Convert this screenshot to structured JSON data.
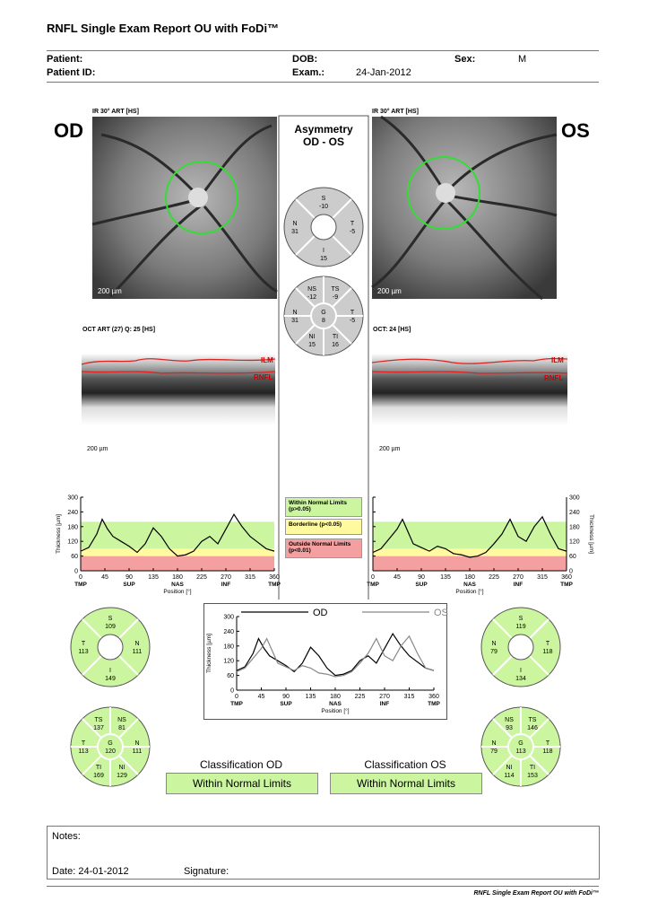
{
  "report": {
    "title": "RNFL Single Exam Report OU with FoDi™",
    "footer": "RNFL Single Exam Report OU with FoDi™"
  },
  "patient": {
    "patient_label": "Patient:",
    "patient_id_label": "Patient ID:",
    "dob_label": "DOB:",
    "exam_label": "Exam.:",
    "exam_value": "24-Jan-2012",
    "sex_label": "Sex:",
    "sex_value": "M"
  },
  "od": {
    "eye": "OD",
    "ir_label": "IR 30° ART [HS]",
    "oct_label": "OCT ART (27) Q: 25 [HS]",
    "scale_fundus": "200 µm",
    "scale_oct": "200 µm",
    "sectors6": {
      "S": "109",
      "T": "113",
      "N": "111",
      "I": "149"
    },
    "sectors_fine": {
      "TS": "137",
      "NS": "81",
      "T": "113",
      "G": "120",
      "N": "111",
      "TI": "169",
      "NI": "129"
    },
    "classification_title": "Classification OD",
    "classification": "Within Normal Limits"
  },
  "os": {
    "eye": "OS",
    "ir_label": "IR 30° ART [HS]",
    "oct_label": "OCT: 24 [HS]",
    "scale_fundus": "200 µm",
    "scale_oct": "200 µm",
    "sectors6": {
      "S": "119",
      "N": "79",
      "T": "118",
      "I": "134"
    },
    "sectors_fine": {
      "NS": "93",
      "TS": "146",
      "N": "79",
      "G": "113",
      "T": "118",
      "NI": "114",
      "TI": "153"
    },
    "classification_title": "Classification OS",
    "classification": "Within Normal Limits"
  },
  "asymmetry": {
    "title_line1": "Asymmetry",
    "title_line2": "OD - OS",
    "sectors6": {
      "S": "-10",
      "N": "31",
      "T": "-5",
      "I": "15"
    },
    "sectors_fine": {
      "NS": "-12",
      "TS": "-9",
      "N": "31",
      "G": "8",
      "T": "-5",
      "NI": "15",
      "TI": "16"
    }
  },
  "legend": {
    "within": "Within Normal Limits (p>0.05)",
    "borderline": "Borderline (p<0.05)",
    "outside": "Outside Normal Limits (p<0.01)",
    "colors": {
      "within": "#ccf5a0",
      "borderline": "#fffaa0",
      "outside": "#f4a0a0"
    }
  },
  "chart_data": [
    {
      "type": "line",
      "id": "od",
      "ylabel": "Thickness [µm]",
      "xlabel": "Position [°]",
      "ylim": [
        0,
        300
      ],
      "xlim": [
        0,
        360
      ],
      "yticks": [
        0,
        60,
        120,
        180,
        240,
        300
      ],
      "xticks": [
        0,
        45,
        90,
        135,
        180,
        225,
        270,
        315,
        360
      ],
      "region_labels": [
        "TMP",
        "SUP",
        "NAS",
        "INF",
        "TMP"
      ],
      "series": [
        {
          "values_x": [
            0,
            15,
            30,
            40,
            50,
            60,
            75,
            90,
            105,
            120,
            135,
            150,
            165,
            180,
            195,
            210,
            225,
            240,
            255,
            270,
            285,
            300,
            315,
            330,
            345,
            360
          ],
          "values_y": [
            80,
            95,
            150,
            210,
            170,
            140,
            120,
            100,
            75,
            110,
            175,
            140,
            90,
            60,
            65,
            80,
            120,
            140,
            110,
            170,
            230,
            180,
            140,
            115,
            90,
            80
          ]
        }
      ]
    },
    {
      "type": "line",
      "id": "os",
      "ylabel": "Thickness [µm]",
      "xlabel": "Position [°]",
      "ylim": [
        0,
        300
      ],
      "xlim": [
        0,
        360
      ],
      "yticks": [
        0,
        60,
        120,
        180,
        240,
        300
      ],
      "xticks": [
        0,
        45,
        90,
        135,
        180,
        225,
        270,
        315,
        360
      ],
      "region_labels": [
        "TMP",
        "SUP",
        "NAS",
        "INF",
        "TMP"
      ],
      "series": [
        {
          "values_x": [
            0,
            15,
            30,
            45,
            55,
            65,
            75,
            90,
            105,
            120,
            135,
            150,
            165,
            180,
            195,
            210,
            225,
            240,
            255,
            270,
            285,
            300,
            315,
            330,
            345,
            360
          ],
          "values_y": [
            75,
            90,
            130,
            170,
            210,
            160,
            110,
            95,
            80,
            100,
            90,
            70,
            65,
            55,
            60,
            75,
            110,
            150,
            210,
            140,
            120,
            180,
            220,
            150,
            90,
            80
          ]
        }
      ]
    },
    {
      "type": "line",
      "id": "combined",
      "ylabel": "Thickness [µm]",
      "xlabel": "Position [°]",
      "ylim": [
        0,
        300
      ],
      "xlim": [
        0,
        360
      ],
      "yticks": [
        0,
        60,
        120,
        180,
        240,
        300
      ],
      "xticks": [
        0,
        45,
        90,
        135,
        180,
        225,
        270,
        315,
        360
      ],
      "region_labels": [
        "TMP",
        "SUP",
        "NAS",
        "INF",
        "TMP"
      ],
      "series": [
        {
          "name": "OD",
          "color": "#000000",
          "values_x": [
            0,
            15,
            30,
            40,
            50,
            60,
            75,
            90,
            105,
            120,
            135,
            150,
            165,
            180,
            195,
            210,
            225,
            240,
            255,
            270,
            285,
            300,
            315,
            330,
            345,
            360
          ],
          "values_y": [
            80,
            95,
            150,
            210,
            170,
            140,
            120,
            100,
            75,
            110,
            175,
            140,
            90,
            60,
            65,
            80,
            120,
            140,
            110,
            170,
            230,
            180,
            140,
            115,
            90,
            80
          ]
        },
        {
          "name": "OS",
          "color": "#888888",
          "values_x": [
            0,
            15,
            30,
            45,
            55,
            65,
            75,
            90,
            105,
            120,
            135,
            150,
            165,
            180,
            195,
            210,
            225,
            240,
            255,
            270,
            285,
            300,
            315,
            330,
            345,
            360
          ],
          "values_y": [
            75,
            90,
            130,
            170,
            210,
            160,
            110,
            95,
            80,
            100,
            90,
            70,
            65,
            55,
            60,
            75,
            110,
            150,
            210,
            140,
            120,
            180,
            220,
            150,
            90,
            80
          ]
        }
      ]
    }
  ],
  "notes": {
    "notes_label": "Notes:",
    "date_label": "Date: 24-01-2012",
    "signature_label": "Signature:"
  }
}
